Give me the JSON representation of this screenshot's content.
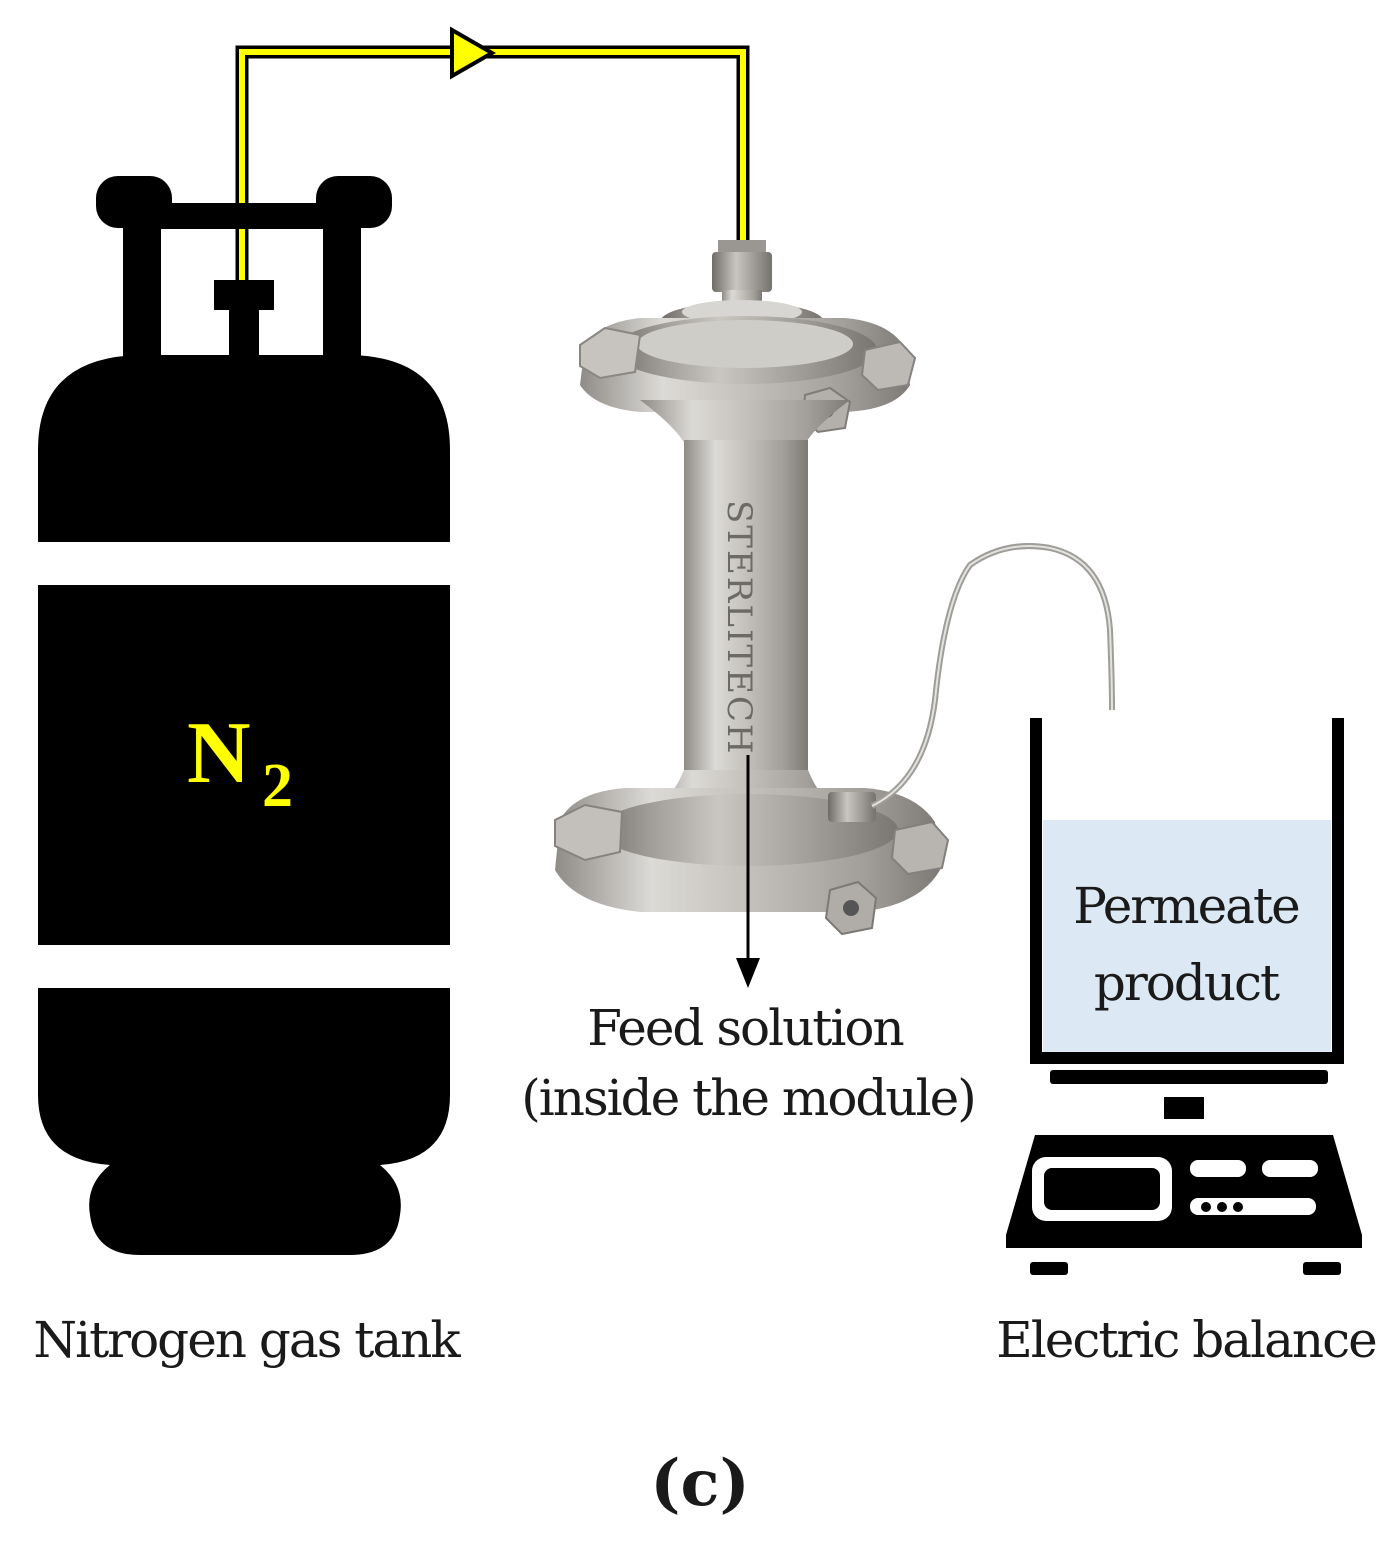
{
  "labels": {
    "tank_symbol": "N",
    "tank_symbol_sub": "2",
    "tank_caption": "Nitrogen gas tank",
    "module_brand": "STERLITECH",
    "feed_line1": "Feed solution",
    "feed_line2": "(inside the module)",
    "permeate_line1": "Permeate",
    "permeate_line2": "product",
    "balance_caption": "Electric balance",
    "panel_label": "(c)"
  },
  "colors": {
    "tank": "#000000",
    "gas_line": "#ffff00",
    "gas_line_outline": "#000000",
    "permeate_liquid": "#dce8f3",
    "module_steel": "#b9b6b1",
    "text": "#1a1a1a",
    "background": "#ffffff"
  },
  "icons": {
    "tank": "gas-cylinder-icon",
    "module": "membrane-module-icon",
    "beaker": "beaker-icon",
    "balance": "electronic-scale-icon",
    "arrow": "flow-arrow-icon"
  }
}
